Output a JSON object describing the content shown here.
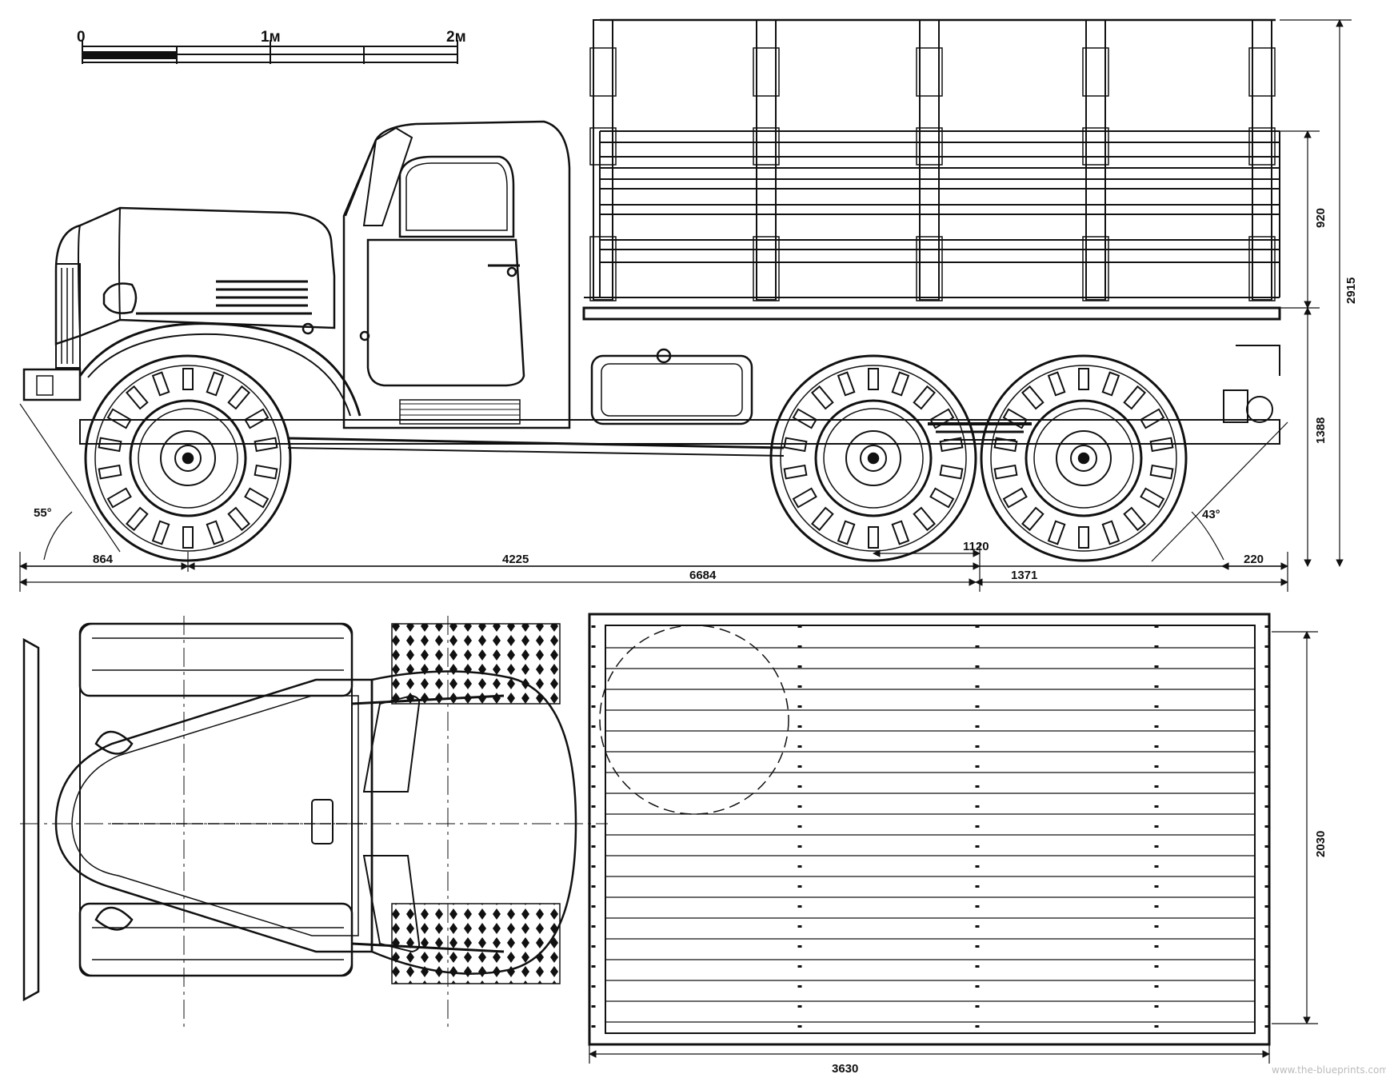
{
  "scale_bar": {
    "labels": [
      "0",
      "1м",
      "2м"
    ]
  },
  "angles": {
    "front": "55°",
    "rear": "43°"
  },
  "side_view": {
    "dims": {
      "front_overhang": "864",
      "wheelbase": "4225",
      "overall_length": "6684",
      "bogie_spacing": "1120",
      "rear_offset": "1371",
      "rear_overhang": "220",
      "overall_height": "2915",
      "tent_height": "920",
      "bed_height": "1388"
    }
  },
  "top_view": {
    "dims": {
      "bed_length": "3630",
      "bed_width": "2030"
    }
  },
  "watermark": "www.the-blueprints.com",
  "colors": {
    "line": "#111111",
    "paper": "#ffffff",
    "watermark": "#bbbbbb"
  }
}
